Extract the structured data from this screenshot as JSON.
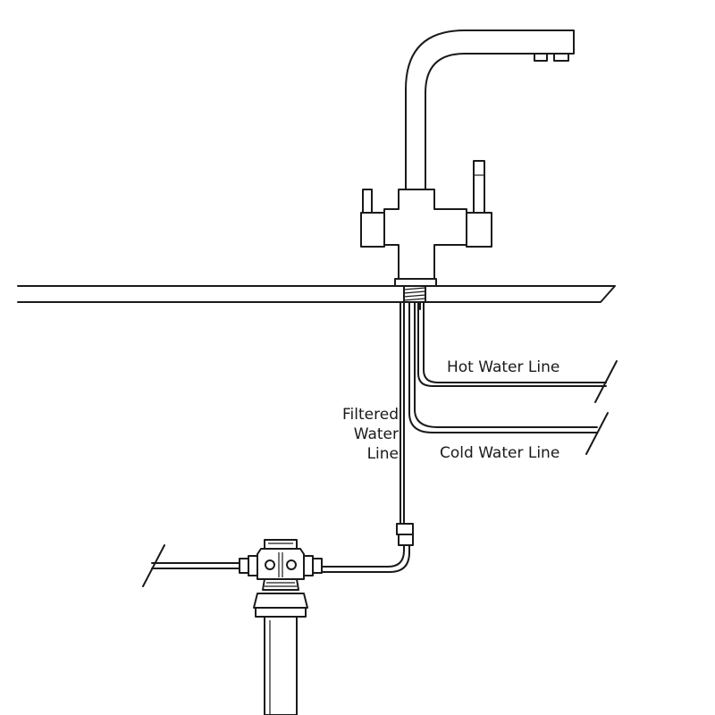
{
  "labels": {
    "hot_water_line": "Hot Water Line",
    "cold_water_line": "Cold Water Line",
    "filtered_water_line": [
      "Filtered",
      "Water",
      "Line"
    ]
  },
  "colors": {
    "stroke": "#1a1a1a",
    "background": "#ffffff"
  }
}
